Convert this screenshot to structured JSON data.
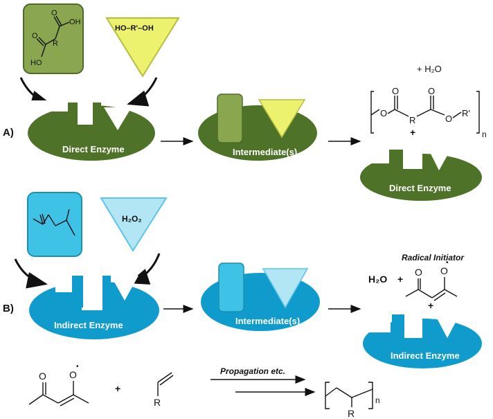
{
  "section_a": {
    "label": "A)",
    "diol_text": "HO–R'–OH",
    "diacid_oh_top": "OH",
    "diacid_ho_bottom": "HO",
    "diacid_o_left": "O",
    "diacid_o_right": "O",
    "diacid_r": "R",
    "direct_enzyme_label": "Direct Enzyme",
    "intermediate_label": "Intermediate(s)",
    "water_product": "+ H₂O",
    "polymer_o1": "O",
    "polymer_o2": "O",
    "polymer_o3": "O",
    "polymer_o4": "O",
    "polymer_r": "R",
    "polymer_r_prime": "R'",
    "polymer_n": "n",
    "plus": "+",
    "direct_enzyme_product_label": "Direct Enzyme",
    "colors": {
      "enzyme": "#4e7228",
      "box": "#8aa64f",
      "triangle": "#edf26e"
    }
  },
  "section_b": {
    "label": "B)",
    "h2o2_text": "H₂O₂",
    "indirect_enzyme_label": "Indirect Enzyme",
    "intermediate_label": "Intermediate(s)",
    "radical_initiator_label": "Radical Initiator",
    "water": "H₂O",
    "plus_1": "+",
    "radical_o1": "O",
    "radical_o2": "O",
    "radical_dot": "•",
    "plus_2": "+",
    "indirect_enzyme_product_label": "Indirect Enzyme",
    "colors": {
      "enzyme": "#0f9ccd",
      "box": "#3ec3e6",
      "triangle": "#b2e6f4"
    }
  },
  "propagation": {
    "radical_o1": "O",
    "radical_o2": "O",
    "radical_dot": "•",
    "plus": "+",
    "monomer_r": "R",
    "arrow_label": "Propagation etc.",
    "polymer_r": "R",
    "polymer_n": "n"
  }
}
